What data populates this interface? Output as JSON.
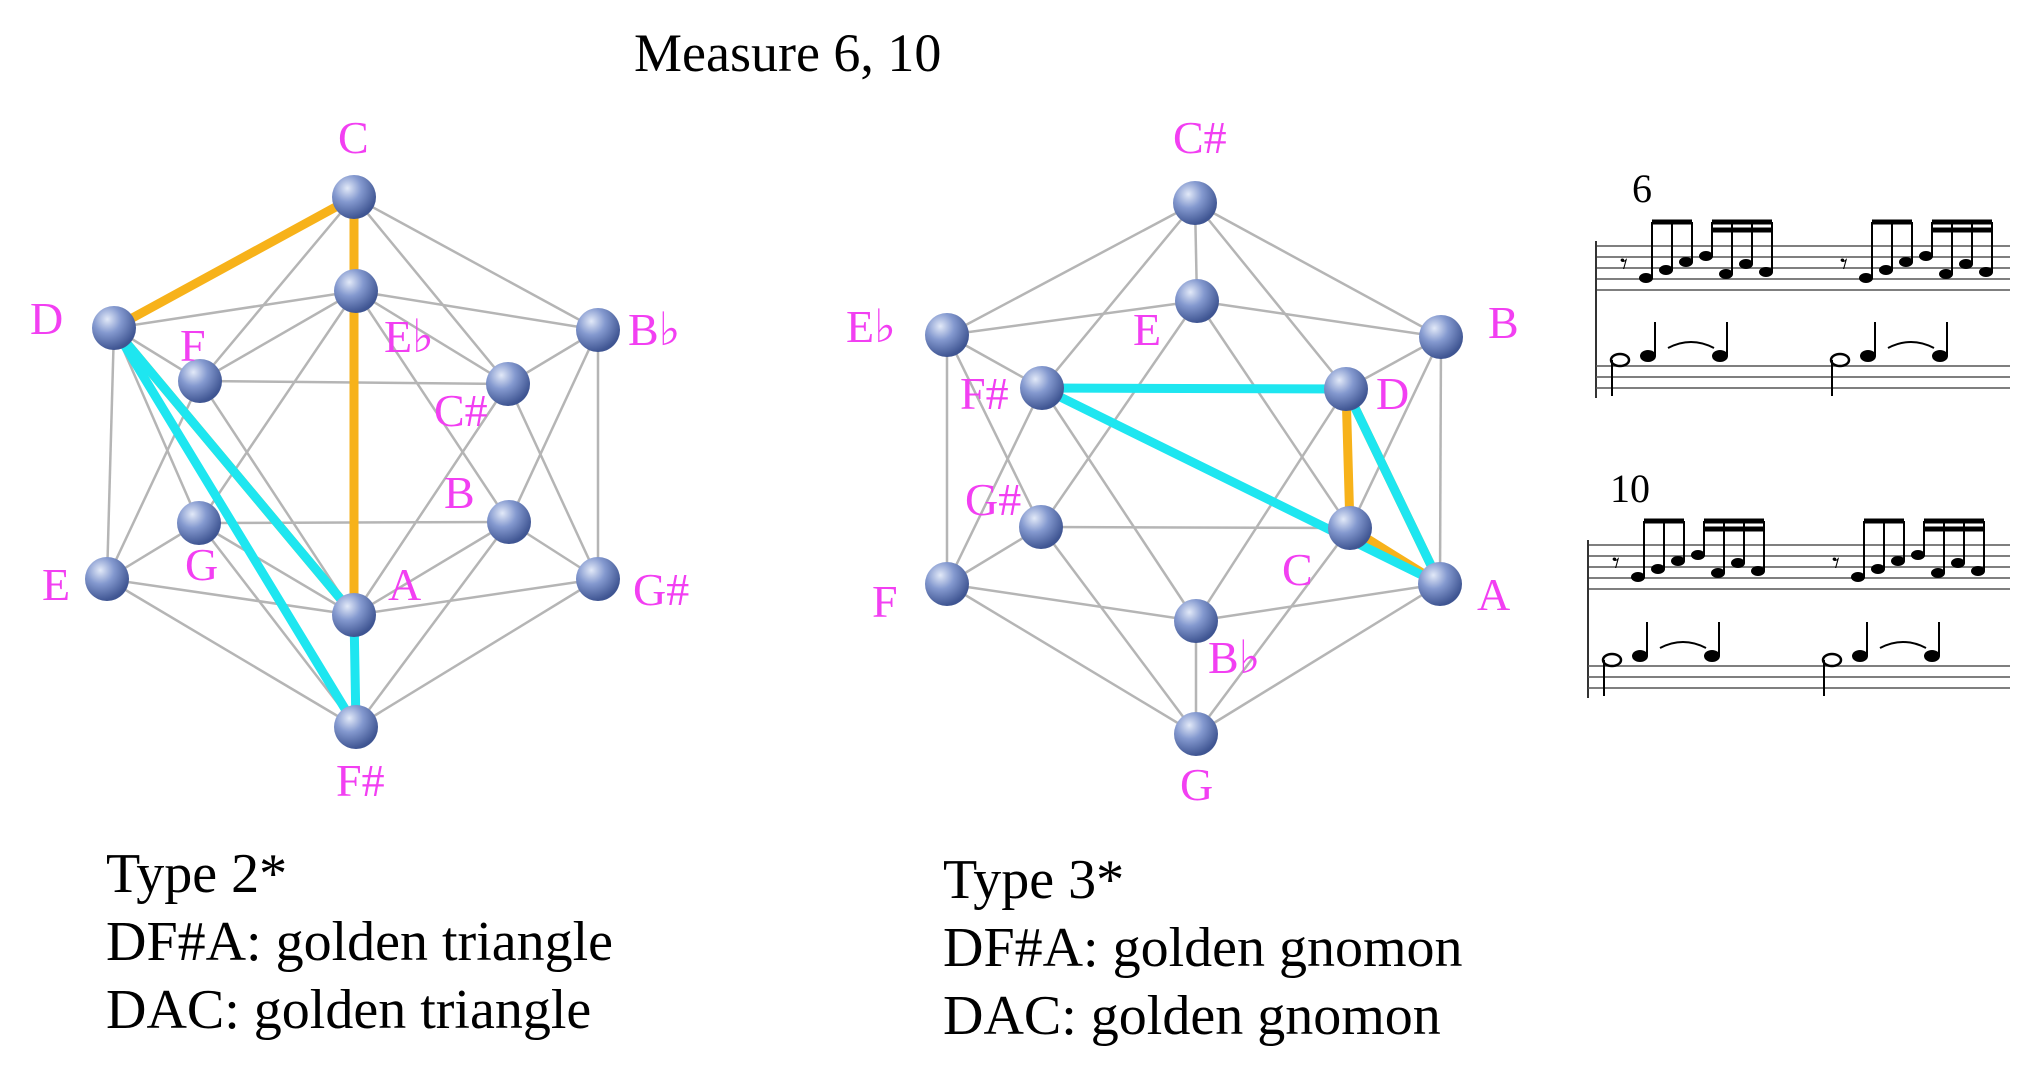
{
  "title": "Measure 6, 10",
  "colors": {
    "label": "#f23ff2",
    "gold": "#f7b21a",
    "cyan": "#1ee6f0",
    "edge": "#b5b5b5",
    "node": "#6f86c2"
  },
  "left_diagram": {
    "labels": [
      "C",
      "D",
      "F",
      "Eb",
      "Bb",
      "C#",
      "B",
      "E",
      "G",
      "A",
      "G#",
      "F#"
    ],
    "caption": {
      "type": "Type 2*",
      "line1": "DF#A: golden triangle",
      "line2": "DAC: golden triangle"
    }
  },
  "right_diagram": {
    "labels": [
      "C#",
      "Eb",
      "E",
      "B",
      "F#",
      "D",
      "G#",
      "C",
      "F",
      "A",
      "Bb",
      "G"
    ],
    "caption": {
      "type": "Type 3*",
      "line1": "DF#A: golden gnomon",
      "line2": "DAC: golden gnomon"
    }
  },
  "score": {
    "measure_a": "6",
    "measure_b": "10"
  }
}
